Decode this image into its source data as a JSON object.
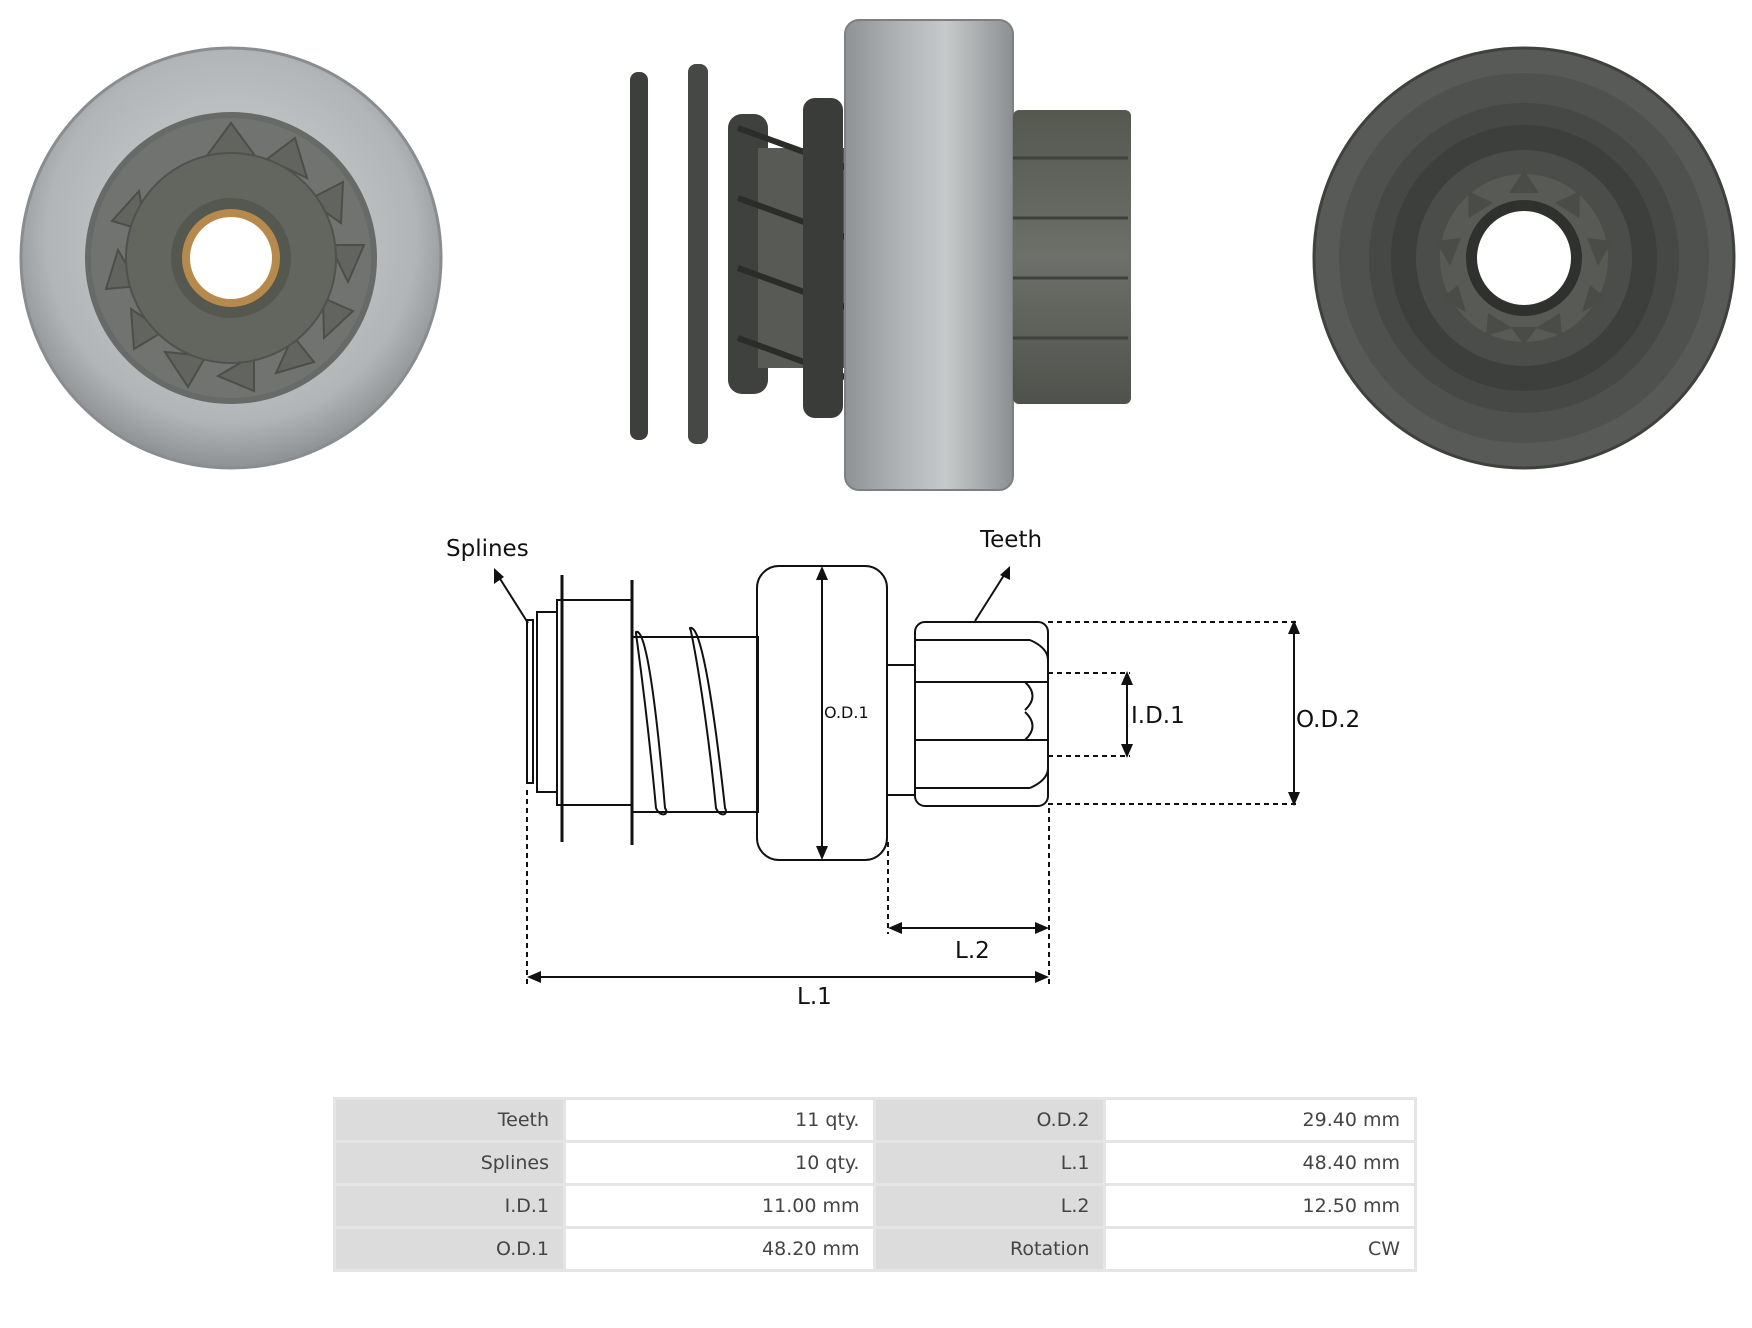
{
  "diagram_labels": {
    "splines": "Splines",
    "teeth": "Teeth",
    "od1": "O.D.1",
    "id1": "I.D.1",
    "od2": "O.D.2",
    "l2": "L.2",
    "l1": "L.1"
  },
  "specs": [
    {
      "label_a": "Teeth",
      "value_a": "11 qty.",
      "label_b": "O.D.2",
      "value_b": "29.40 mm"
    },
    {
      "label_a": "Splines",
      "value_a": "10 qty.",
      "label_b": "L.1",
      "value_b": "48.40 mm"
    },
    {
      "label_a": "I.D.1",
      "value_a": "11.00 mm",
      "label_b": "L.2",
      "value_b": "12.50 mm"
    },
    {
      "label_a": "O.D.1",
      "value_a": "48.20 mm",
      "label_b": "Rotation",
      "value_b": "CW"
    }
  ],
  "colors": {
    "pinion_face_rim": "#b4b7b8",
    "pinion_gear": "#5f625e",
    "bushing": "#b58a4c",
    "back_housing": "#4a4c49"
  }
}
